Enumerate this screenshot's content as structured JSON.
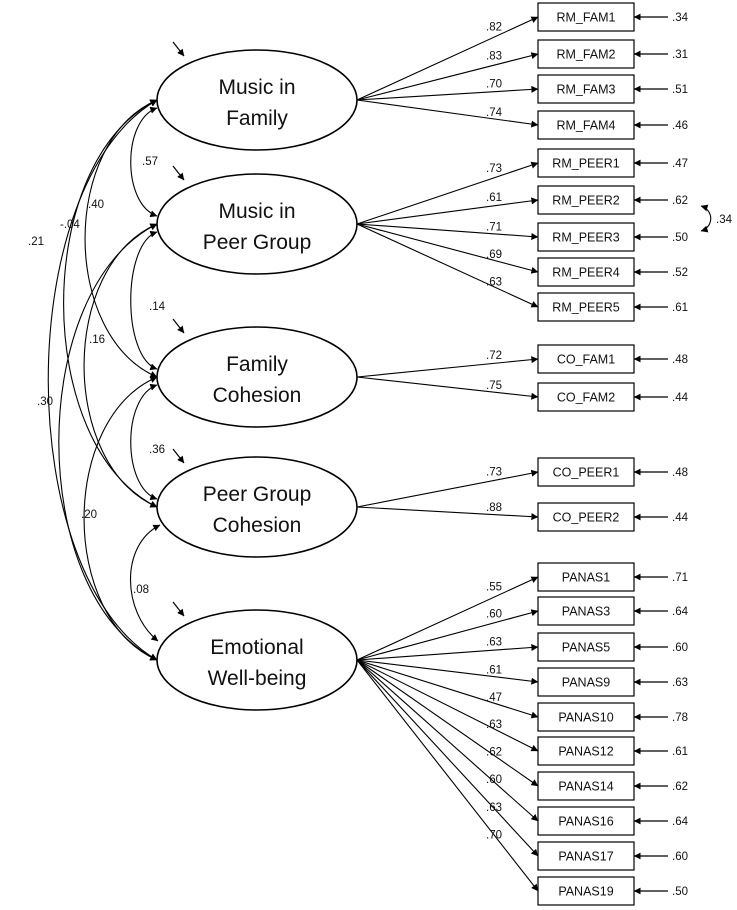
{
  "latents": [
    {
      "id": "mf",
      "lines": [
        "Music in",
        "Family"
      ],
      "indicators": [
        "RM_FAM1",
        "RM_FAM2",
        "RM_FAM3",
        "RM_FAM4"
      ],
      "loadings": [
        ".82",
        ".83",
        ".70",
        ".74"
      ],
      "errors": [
        ".34",
        ".31",
        ".51",
        ".46"
      ]
    },
    {
      "id": "mp",
      "lines": [
        "Music in",
        "Peer Group"
      ],
      "indicators": [
        "RM_PEER1",
        "RM_PEER2",
        "RM_PEER3",
        "RM_PEER4",
        "RM_PEER5"
      ],
      "loadings": [
        ".73",
        ".61",
        ".71",
        ".69",
        ".63"
      ],
      "errors": [
        ".47",
        ".62",
        ".50",
        ".52",
        ".61"
      ]
    },
    {
      "id": "fc",
      "lines": [
        "Family",
        "Cohesion"
      ],
      "indicators": [
        "CO_FAM1",
        "CO_FAM2"
      ],
      "loadings": [
        ".72",
        ".75"
      ],
      "errors": [
        ".48",
        ".44"
      ]
    },
    {
      "id": "pc",
      "lines": [
        "Peer Group",
        "Cohesion"
      ],
      "indicators": [
        "CO_PEER1",
        "CO_PEER2"
      ],
      "loadings": [
        ".73",
        ".88"
      ],
      "errors": [
        ".48",
        ".44"
      ]
    },
    {
      "id": "ew",
      "lines": [
        "Emotional",
        "Well-being"
      ],
      "indicators": [
        "PANAS1",
        "PANAS3",
        "PANAS5",
        "PANAS9",
        "PANAS10",
        "PANAS12",
        "PANAS14",
        "PANAS16",
        "PANAS17",
        "PANAS19"
      ],
      "loadings": [
        ".55",
        ".60",
        ".63",
        ".61",
        ".47",
        ".63",
        ".62",
        ".60",
        ".63",
        ".70"
      ],
      "errors": [
        ".71",
        ".64",
        ".60",
        ".63",
        ".78",
        ".61",
        ".62",
        ".64",
        ".60",
        ".50"
      ]
    }
  ],
  "correlations": [
    {
      "from": "mf",
      "to": "mp",
      "value": ".57"
    },
    {
      "from": "mp",
      "to": "fc",
      "value": ".14"
    },
    {
      "from": "fc",
      "to": "pc",
      "value": ".36"
    },
    {
      "from": "pc",
      "to": "ew",
      "value": ".08"
    },
    {
      "from": "mf",
      "to": "fc",
      "value": ".40"
    },
    {
      "from": "mf",
      "to": "pc",
      "value": "-.04"
    },
    {
      "from": "mf",
      "to": "ew",
      "value": ".21"
    },
    {
      "from": "mp",
      "to": "pc",
      "value": ".16"
    },
    {
      "from": "mp",
      "to": "ew",
      "value": ".30"
    },
    {
      "from": "fc",
      "to": "ew",
      "value": ".20"
    }
  ],
  "error_covariances": [
    {
      "between": [
        "RM_PEER2",
        "RM_PEER3"
      ],
      "value": ".34"
    }
  ]
}
